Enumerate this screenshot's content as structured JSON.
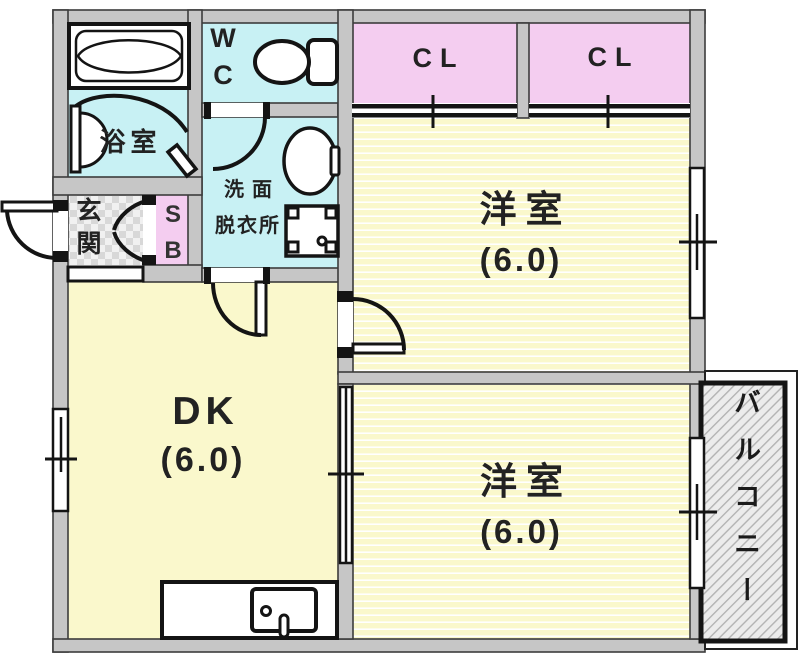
{
  "rooms": {
    "bath": {
      "label": "浴室"
    },
    "wc": {
      "label": "WC"
    },
    "laundry": {
      "line1": "洗面",
      "line2": "脱衣所"
    },
    "entrance": {
      "label": "玄関"
    },
    "shoe_box": {
      "label": "SB"
    },
    "closet1": {
      "label": "CL"
    },
    "closet2": {
      "label": "CL"
    },
    "dk": {
      "name": "DK",
      "size": "(6.0)"
    },
    "western_top": {
      "name": "洋室",
      "size": "(6.0)"
    },
    "western_bottom": {
      "name": "洋室",
      "size": "(6.0)"
    },
    "balcony": {
      "label": "バルコニー"
    }
  },
  "colors": {
    "wall_fill": "#c6c6c6",
    "wall_edge": "#3c3c3c",
    "wet_area_cyan": "#c8f1f4",
    "closet_pink": "#f4cdf0",
    "room_yellow": "#faf8cc",
    "line_black": "#141414"
  }
}
